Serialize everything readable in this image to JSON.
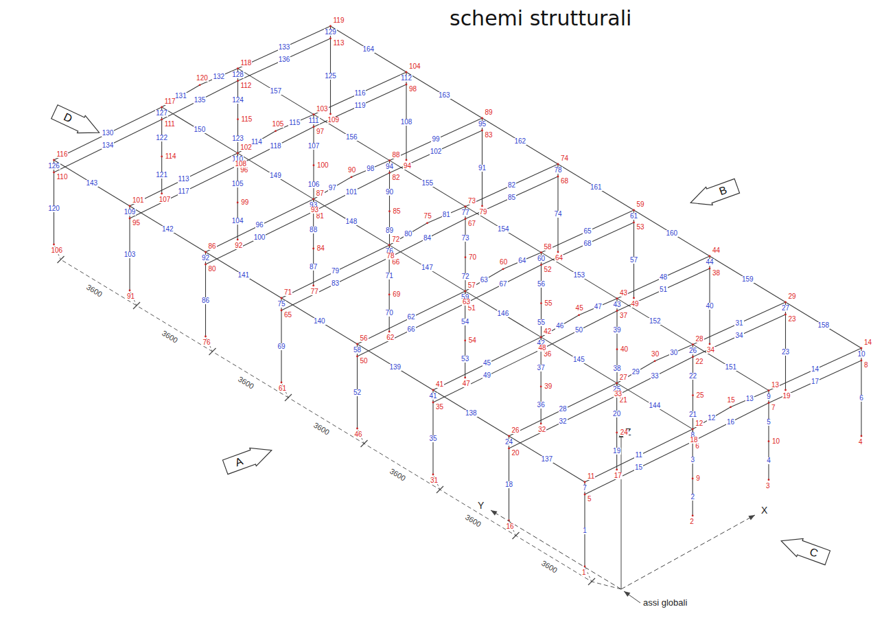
{
  "diagram": {
    "title": "schemi strutturali",
    "nodes": [
      {
        "text": [
          "D"
        ]
      },
      {
        "text": [
          "B"
        ]
      },
      {
        "text": [
          "A"
        ]
      },
      {
        "text": [
          "C"
        ]
      }
    ],
    "labels": [
      "X",
      "Y",
      "Z",
      "assi globali",
      "3600",
      "3600",
      "3600",
      "3600",
      "3600",
      "3600",
      "3600",
      "1",
      "2",
      "3",
      "4",
      "5",
      "6",
      "7",
      "8",
      "9",
      "10",
      "11",
      "12",
      "13",
      "14",
      "15",
      "16",
      "17",
      "18",
      "19",
      "20",
      "21",
      "22",
      "23",
      "24",
      "25",
      "26",
      "27",
      "28",
      "29",
      "30",
      "31",
      "32",
      "33",
      "34",
      "35",
      "36",
      "37",
      "38",
      "39",
      "40",
      "41",
      "42",
      "43",
      "44",
      "45",
      "46",
      "47",
      "48",
      "49",
      "50",
      "51",
      "52",
      "53",
      "54",
      "55",
      "56",
      "57",
      "58",
      "59",
      "60",
      "61",
      "62",
      "63",
      "64",
      "65",
      "66",
      "67",
      "68",
      "69",
      "70",
      "71",
      "72",
      "73",
      "74",
      "75",
      "76",
      "77",
      "78",
      "79",
      "80",
      "81",
      "82",
      "83",
      "84",
      "85",
      "86",
      "87",
      "88",
      "89",
      "90",
      "91",
      "92",
      "93",
      "94",
      "95",
      "96",
      "97",
      "98",
      "99",
      "100",
      "101",
      "102",
      "103",
      "104",
      "105",
      "106",
      "107",
      "108",
      "109",
      "110",
      "111",
      "112",
      "113",
      "114",
      "115",
      "116",
      "117",
      "118",
      "119",
      "120",
      "121",
      "122",
      "123",
      "124",
      "125",
      "126",
      "127",
      "128",
      "129",
      "130",
      "131",
      "132",
      "133",
      "134",
      "135",
      "136",
      "137",
      "138",
      "139",
      "140",
      "141",
      "142",
      "143",
      "144",
      "145",
      "146",
      "147",
      "148",
      "149",
      "150",
      "151",
      "152",
      "153",
      "154",
      "155",
      "156",
      "157",
      "158",
      "159",
      "160",
      "161",
      "162",
      "163",
      "164",
      "1",
      "2",
      "3",
      "4",
      "5",
      "6",
      "7",
      "8",
      "9",
      "10",
      "11",
      "12",
      "13",
      "14",
      "15",
      "16",
      "17",
      "18",
      "19",
      "20",
      "21",
      "22",
      "23",
      "24",
      "25",
      "26",
      "27",
      "28",
      "29",
      "30",
      "31",
      "32",
      "33",
      "34",
      "35",
      "36",
      "37",
      "38",
      "39",
      "40",
      "41",
      "42",
      "43",
      "44",
      "45",
      "46",
      "47",
      "48",
      "49",
      "50",
      "51",
      "52",
      "53",
      "54",
      "55",
      "56",
      "57",
      "58",
      "59",
      "60",
      "61",
      "62",
      "63",
      "64",
      "65",
      "66",
      "67",
      "68",
      "69",
      "70",
      "71",
      "72",
      "73",
      "74",
      "75",
      "76",
      "77",
      "78",
      "79",
      "80",
      "81",
      "82",
      "83",
      "84",
      "85",
      "86",
      "87",
      "88",
      "89",
      "90",
      "91",
      "92",
      "93",
      "94",
      "95",
      "96",
      "97",
      "98",
      "99",
      "100",
      "101",
      "102",
      "103",
      "104",
      "105",
      "106",
      "107",
      "108",
      "109",
      "110",
      "111",
      "112",
      "113",
      "114",
      "115",
      "116",
      "117",
      "118",
      "119",
      "120"
    ]
  }
}
